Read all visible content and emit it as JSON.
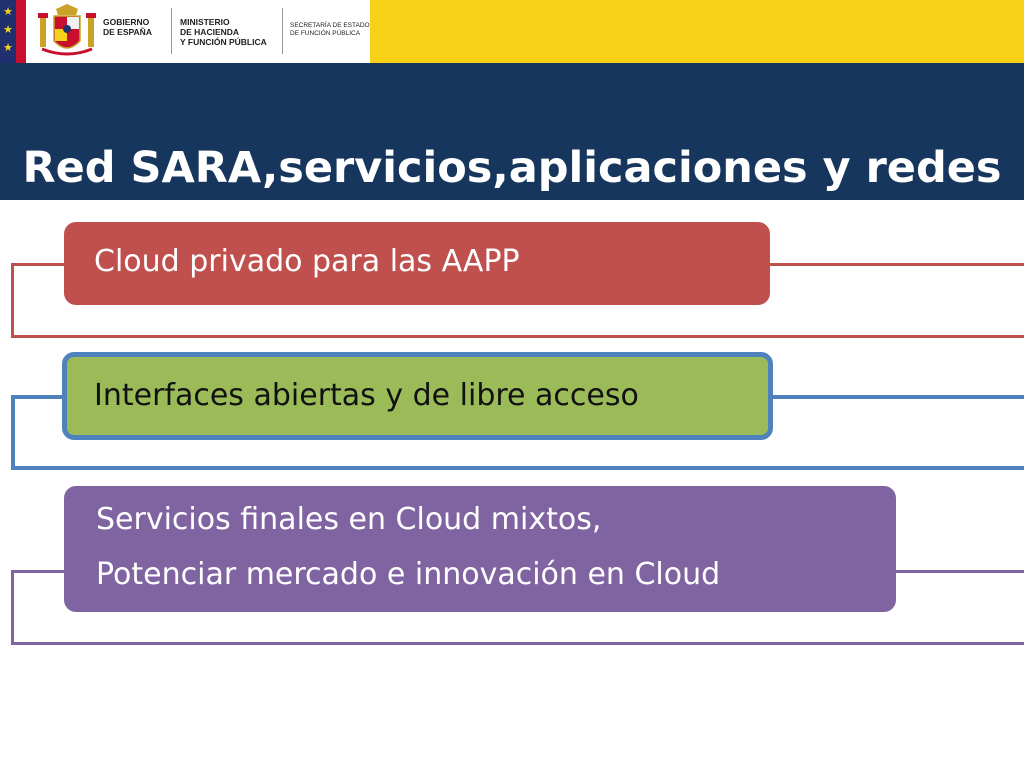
{
  "header": {
    "org_gobierno": "GOBIERNO\nDE ESPAÑA",
    "org_ministerio": "MINISTERIO\nDE HACIENDA\nY FUNCIÓN PÚBLICA",
    "org_secretaria": "SECRETARÍA DE ESTADO\nDE FUNCIÓN PÚBLICA",
    "eu_star_glyph": "★",
    "colors": {
      "band": "#f7d117",
      "title_band": "#17365d"
    }
  },
  "slide": {
    "title_line1": "Red SARA,servicios,aplicaciones y redes",
    "title_line2": "para las AAPP"
  },
  "items": [
    {
      "text": "Cloud privado para las AAPP",
      "color": "#c0504d"
    },
    {
      "text": "Interfaces abiertas y de libre acceso",
      "color": "#9bbb59",
      "border": "#4f81bd"
    },
    {
      "line1": "Servicios finales en Cloud mixtos,",
      "line2": "Potenciar mercado e innovación en Cloud",
      "color": "#8064a2"
    }
  ]
}
